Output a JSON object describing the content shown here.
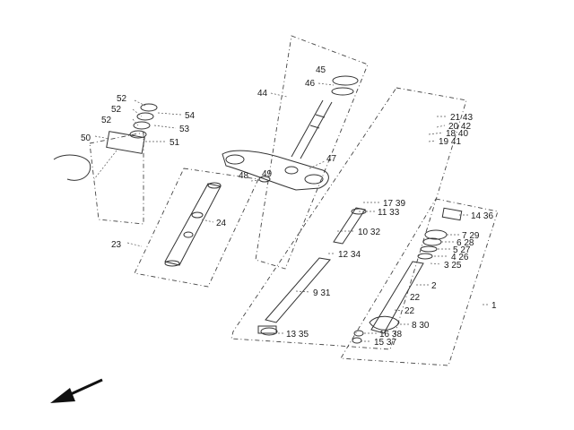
{
  "labels": {
    "l45": "45",
    "l46": "46",
    "l44": "44",
    "l47": "47",
    "l48": "48",
    "l49": "49",
    "l52a": "52",
    "l54": "54",
    "l52b": "52",
    "l53": "53",
    "l52c": "52",
    "l50": "50",
    "l51": "51",
    "l24": "24",
    "l23": "23",
    "l2143": "21 43",
    "l2042": "20 42",
    "l1840": "18 40",
    "l1941": "19 41",
    "l1739": "17 39",
    "l1133": "11 33",
    "l1032": "10 32",
    "l1234": "12 34",
    "l931": "9 31",
    "l1335": "13 35",
    "l1436": "14 36",
    "l729": "7 29",
    "l628": "6 28",
    "l527": "5 27",
    "l426": "4 26",
    "l325": "3 25",
    "l2": "2",
    "l22a": "22",
    "l22b": "22",
    "l830": "8 30",
    "l1638": "16 38",
    "l1537": "15 37",
    "l1": "1"
  },
  "colors": {
    "line": "#333333",
    "text": "#1a1a1a",
    "background": "#ffffff"
  },
  "icons": {
    "direction": "arrow-down-left-icon"
  }
}
